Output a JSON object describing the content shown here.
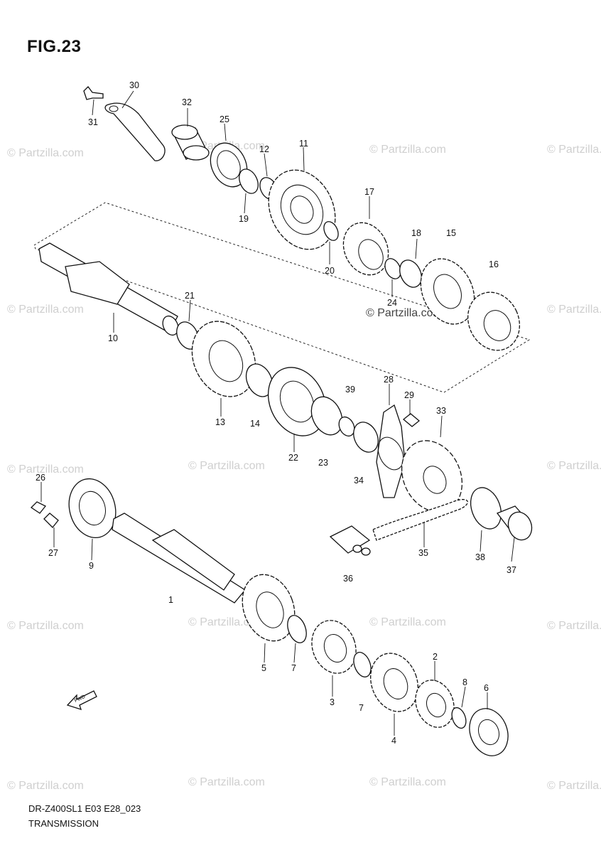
{
  "figure": {
    "title": "FIG.23",
    "code": "DR-Z400SL1 E03 E28_023",
    "caption": "TRANSMISSION"
  },
  "watermark": "© Partzilla.com",
  "direction_indicator": "FWD",
  "callouts": [
    {
      "id": "c1",
      "label": "1"
    },
    {
      "id": "c2",
      "label": "2"
    },
    {
      "id": "c3",
      "label": "3"
    },
    {
      "id": "c4",
      "label": "4"
    },
    {
      "id": "c5",
      "label": "5"
    },
    {
      "id": "c6",
      "label": "6"
    },
    {
      "id": "c7a",
      "label": "7"
    },
    {
      "id": "c7b",
      "label": "7"
    },
    {
      "id": "c8",
      "label": "8"
    },
    {
      "id": "c9",
      "label": "9"
    },
    {
      "id": "c10",
      "label": "10"
    },
    {
      "id": "c11",
      "label": "11"
    },
    {
      "id": "c12",
      "label": "12"
    },
    {
      "id": "c13",
      "label": "13"
    },
    {
      "id": "c14",
      "label": "14"
    },
    {
      "id": "c15",
      "label": "15"
    },
    {
      "id": "c16",
      "label": "16"
    },
    {
      "id": "c17",
      "label": "17"
    },
    {
      "id": "c18",
      "label": "18"
    },
    {
      "id": "c19",
      "label": "19"
    },
    {
      "id": "c20",
      "label": "20"
    },
    {
      "id": "c21",
      "label": "21"
    },
    {
      "id": "c22",
      "label": "22"
    },
    {
      "id": "c23",
      "label": "23"
    },
    {
      "id": "c24",
      "label": "24"
    },
    {
      "id": "c25",
      "label": "25"
    },
    {
      "id": "c26",
      "label": "26"
    },
    {
      "id": "c27",
      "label": "27"
    },
    {
      "id": "c28",
      "label": "28"
    },
    {
      "id": "c29",
      "label": "29"
    },
    {
      "id": "c30",
      "label": "30"
    },
    {
      "id": "c31",
      "label": "31"
    },
    {
      "id": "c32",
      "label": "32"
    },
    {
      "id": "c33",
      "label": "33"
    },
    {
      "id": "c34",
      "label": "34"
    },
    {
      "id": "c35",
      "label": "35"
    },
    {
      "id": "c36",
      "label": "36"
    },
    {
      "id": "c37",
      "label": "37"
    },
    {
      "id": "c38",
      "label": "38"
    },
    {
      "id": "c39",
      "label": "39"
    }
  ]
}
